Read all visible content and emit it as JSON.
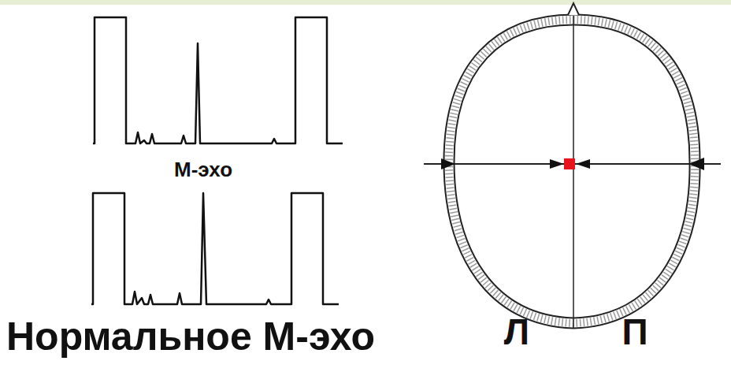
{
  "diagram": {
    "caption": "Нормальное М-эхо",
    "labels": [
      "М-эхо",
      "Л",
      "П"
    ]
  }
}
